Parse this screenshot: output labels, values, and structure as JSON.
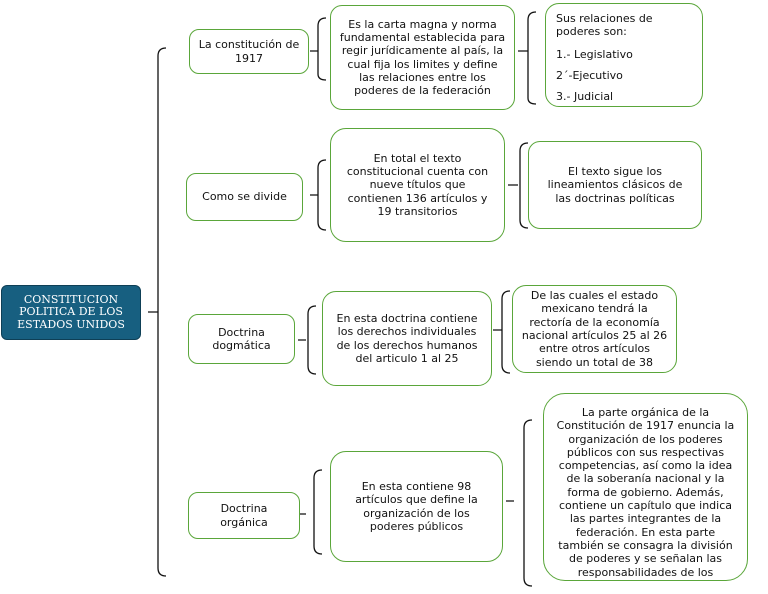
{
  "root": "CONSTITUCION POLITICA DE LOS ESTADOS UNIDOS",
  "branch1": {
    "label": "La constitución de 1917",
    "detail": "Es la carta magna y norma fundamental establecida para regir jurídicamente al país, la cual fija los limites y define las relaciones entre los poderes de la federación",
    "powers_title": "Sus relaciones de poderes son:",
    "powers": [
      "1.- Legislativo",
      "2´-Ejecutivo",
      "3.- Judicial"
    ]
  },
  "branch2": {
    "label": "Como se divide",
    "detail": "En total el texto constitucional cuenta con nueve títulos que contienen 136 artículos y 19 transitorios",
    "extra": "El texto sigue los lineamientos clásicos de las doctrinas políticas"
  },
  "branch3": {
    "label": "Doctrina dogmática",
    "detail": "En esta doctrina contiene los derechos individuales de los derechos humanos del articulo 1 al 25",
    "extra": "De las cuales el estado mexicano tendrá la rectoría de la economía nacional   artículos 25 al 26 entre otros artículos siendo un total de 38"
  },
  "branch4": {
    "label": "Doctrina orgánica",
    "detail": "En esta contiene 98 artículos que define la organización de los poderes públicos",
    "extra": "La parte orgánica de la Constitución de 1917 enuncia la organización de los poderes públicos con sus respectivas competencias, así como la idea de la soberanía nacional y la forma de gobierno. Además, contiene un capítulo que indica las partes integrantes de la federación. En esta parte también se consagra la división de poderes y se señalan las responsabilidades de los"
  }
}
